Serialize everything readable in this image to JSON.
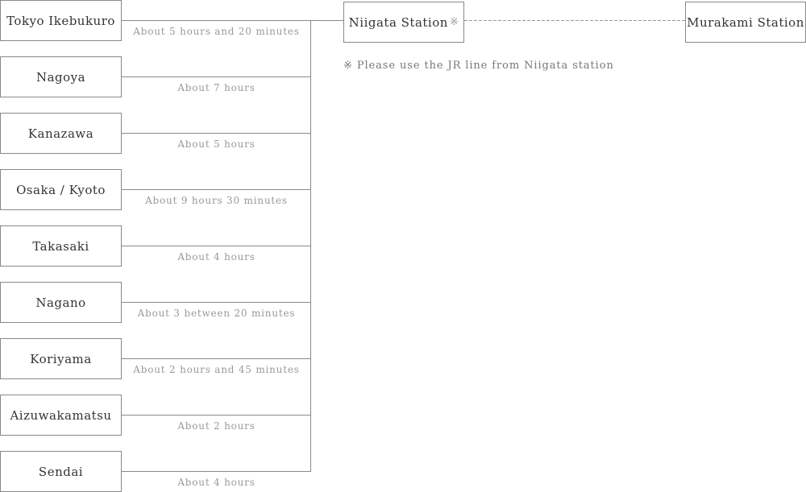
{
  "origins": [
    {
      "name": "Tokyo Ikebukuro",
      "duration": "About 5 hours and 20 minutes"
    },
    {
      "name": "Nagoya",
      "duration": "About 7 hours"
    },
    {
      "name": "Kanazawa",
      "duration": "About 5 hours"
    },
    {
      "name": "Osaka / Kyoto",
      "duration": "About 9 hours 30 minutes"
    },
    {
      "name": "Takasaki",
      "duration": "About 4 hours"
    },
    {
      "name": "Nagano",
      "duration": "About 3 between 20 minutes"
    },
    {
      "name": "Koriyama",
      "duration": "About 2 hours and 45 minutes"
    },
    {
      "name": "Aizuwakamatsu",
      "duration": "About 2 hours"
    },
    {
      "name": "Sendai",
      "duration": "About 4 hours"
    }
  ],
  "hub": {
    "name": "Niigata Station",
    "mark": "※"
  },
  "destination": {
    "name": "Murakami Station"
  },
  "note": "※ Please use the JR line from Niigata station"
}
